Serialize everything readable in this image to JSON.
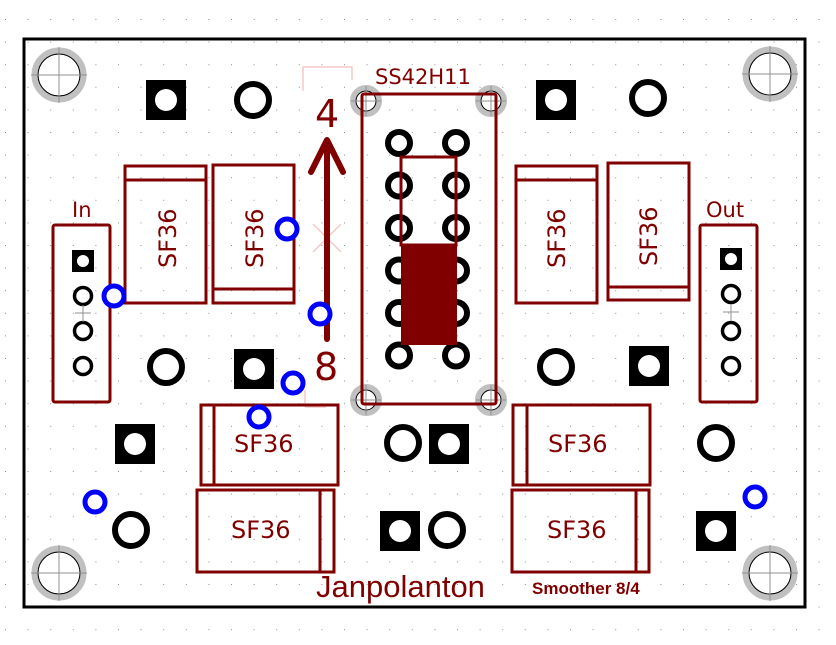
{
  "board": {
    "title": "Janpolanton",
    "subtitle": "Smoother 8/4",
    "colors": {
      "silkscreen": "#800000",
      "pad": "#000000",
      "via": "#0000ff",
      "mount_hole": "#c0c0c0",
      "outline": "#000000",
      "grid": "#909090",
      "origin_marker": "#f4c8c8"
    }
  },
  "switch": {
    "name": "SS42H11",
    "top_label": "4",
    "bottom_label": "8",
    "pins": 12
  },
  "connectors": [
    {
      "id": "in",
      "label": "In",
      "pins": 4
    },
    {
      "id": "out",
      "label": "Out",
      "pins": 4
    }
  ],
  "diodes": [
    {
      "id": "D1",
      "label": "SF36",
      "orientation": "vertical"
    },
    {
      "id": "D2",
      "label": "SF36",
      "orientation": "vertical"
    },
    {
      "id": "D3",
      "label": "SF36",
      "orientation": "vertical"
    },
    {
      "id": "D4",
      "label": "SF36",
      "orientation": "vertical"
    },
    {
      "id": "D5",
      "label": "SF36",
      "orientation": "horizontal"
    },
    {
      "id": "D6",
      "label": "SF36",
      "orientation": "horizontal"
    },
    {
      "id": "D7",
      "label": "SF36",
      "orientation": "horizontal"
    },
    {
      "id": "D8",
      "label": "SF36",
      "orientation": "horizontal"
    }
  ]
}
